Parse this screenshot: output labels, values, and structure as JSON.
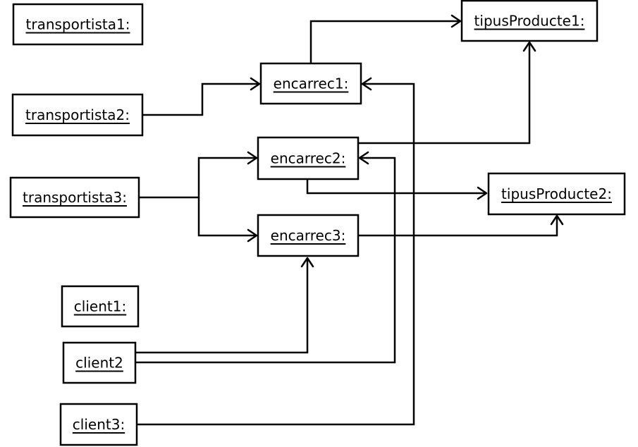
{
  "objects": {
    "transportista1": "transportista1:",
    "transportista2": "transportista2:",
    "transportista3": "transportista3:",
    "encarrec1": "encarrec1:",
    "encarrec2": "encarrec2:",
    "encarrec3": "encarrec3:",
    "tipusProducte1": "tipusProducte1:",
    "tipusProducte2": "tipusProducte2:",
    "client1": "client1:",
    "client2": "client2",
    "client3": "client3:"
  },
  "links": [
    {
      "from": "transportista2",
      "to": "encarrec1"
    },
    {
      "from": "transportista3",
      "to": "encarrec2"
    },
    {
      "from": "transportista3",
      "to": "encarrec3"
    },
    {
      "from": "encarrec1",
      "to": "tipusProducte1"
    },
    {
      "from": "encarrec2",
      "to": "tipusProducte1"
    },
    {
      "from": "encarrec2",
      "to": "tipusProducte2"
    },
    {
      "from": "encarrec3",
      "to": "tipusProducte2"
    },
    {
      "from": "client2",
      "to": "encarrec3"
    },
    {
      "from": "client2",
      "to": "encarrec2"
    },
    {
      "from": "client3",
      "to": "encarrec1"
    }
  ]
}
